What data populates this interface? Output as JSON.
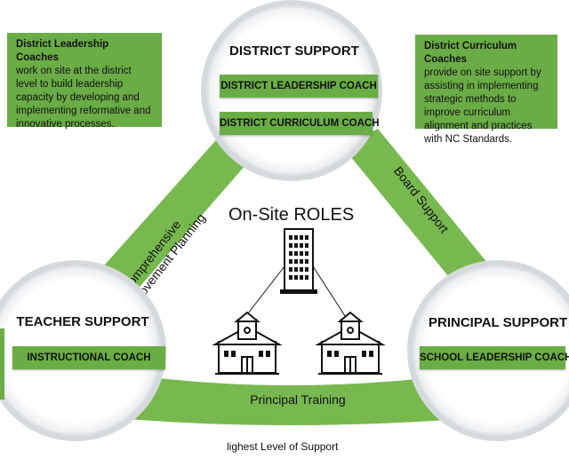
{
  "left_note": {
    "title": "District Leadership Coaches",
    "body": "work on site at the district level to build leadership capacity by developing and implementing reformative and innovative processes."
  },
  "right_note": {
    "title": "District Curriculum Coaches",
    "body": "provide on site support by assisting  in implementing strategic methods to improve curriculum alignment and practices with NC Standards."
  },
  "district": {
    "title": "DISTRICT SUPPORT",
    "roles": [
      "DISTRICT LEADERSHIP COACH",
      "DISTRICT CURRICULUM COACH"
    ]
  },
  "teacher": {
    "title": "TEACHER SUPPORT",
    "role": "INSTRUCTIONAL COACH"
  },
  "principal": {
    "title": "PRINCIPAL SUPPORT",
    "role": "SCHOOL LEADERSHIP COACH"
  },
  "connectors": {
    "left": "Comprehensive Improvement Planning",
    "left_line1": "Comprehensive",
    "left_line2": "Improvement Planning",
    "right": "Board Support",
    "bottom": "Principal Training"
  },
  "center_title": "On-Site ROLES",
  "footer": "lighest Level of Support",
  "colors": {
    "accent_green": "#6aac45",
    "band_green": "#78b94f",
    "ring": "#dfe3e6"
  }
}
